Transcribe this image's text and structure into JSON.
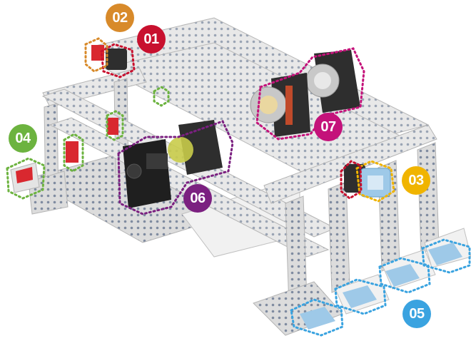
{
  "labels": [
    {
      "id": "01",
      "color": "#c8102e"
    },
    {
      "id": "02",
      "color": "#d88a2a"
    },
    {
      "id": "03",
      "color": "#f0b400"
    },
    {
      "id": "04",
      "color": "#6cb33f"
    },
    {
      "id": "05",
      "color": "#3aa3e0"
    },
    {
      "id": "06",
      "color": "#7b2080"
    },
    {
      "id": "07",
      "color": "#c4127a"
    }
  ],
  "colors": {
    "frame": "#e6e6e6",
    "frame_edge": "#b5b5b5",
    "hole": "#9aa4b4",
    "servo": "#2e2e2e",
    "servo_dark": "#1f1f1f",
    "gear_ring": "#c8c8c8",
    "red_part": "#d9282f",
    "blue_part": "#9ec9e8"
  }
}
